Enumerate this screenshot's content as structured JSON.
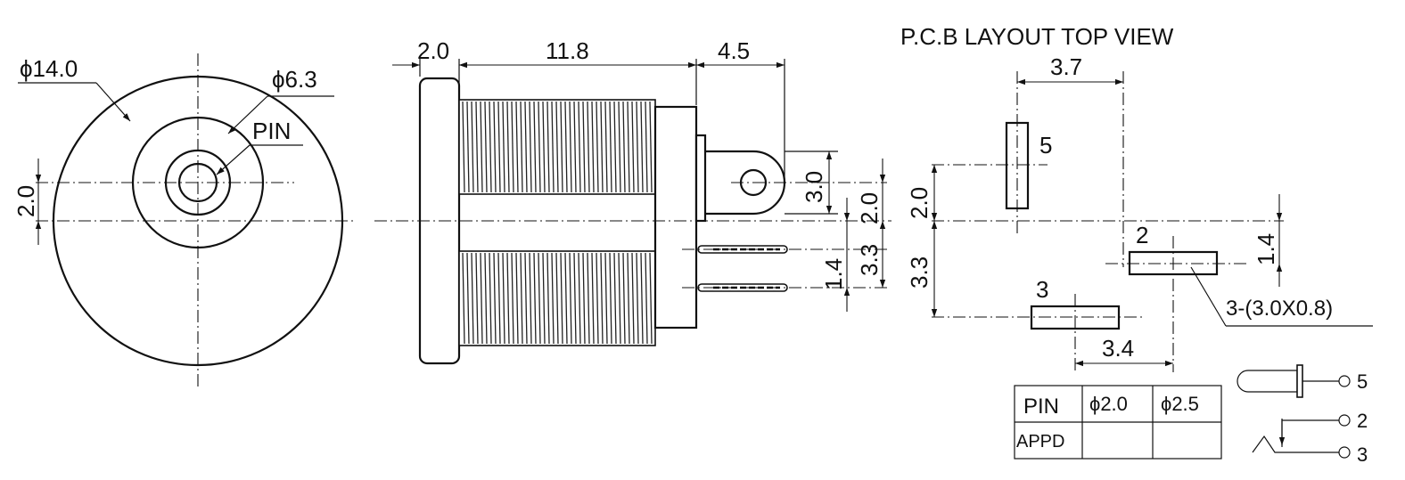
{
  "front_view": {
    "dia_outer": "ϕ14.0",
    "dia_inner": "ϕ6.3",
    "pin_label": "PIN",
    "offset": "2.0"
  },
  "side_view": {
    "flange": "2.0",
    "body": "11.8",
    "tail": "4.5",
    "lug_height": "3.0",
    "offset_2": "2.0",
    "offset_33": "3.3",
    "pin_pitch": "1.4"
  },
  "pcb": {
    "title": "P.C.B LAYOUT TOP VIEW",
    "dim_top": "3.7",
    "dim_left_upper": "2.0",
    "dim_left_lower": "3.3",
    "dim_right": "1.4",
    "dim_bottom": "3.4",
    "pad_size": "3-(3.0X0.8)",
    "pad_5": "5",
    "pad_2": "2",
    "pad_3": "3"
  },
  "pin_table": {
    "headers": [
      "PIN",
      "ϕ2.0",
      "ϕ2.5"
    ],
    "row_label": "APPD"
  },
  "schematic": {
    "pin_5": "5",
    "pin_2": "2",
    "pin_3": "3"
  }
}
